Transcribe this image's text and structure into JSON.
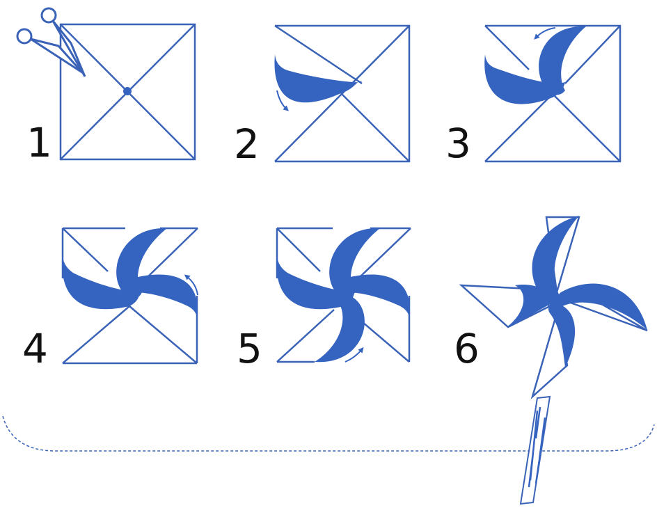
{
  "steps": [
    {
      "number": "1"
    },
    {
      "number": "2"
    },
    {
      "number": "3"
    },
    {
      "number": "4"
    },
    {
      "number": "5"
    },
    {
      "number": "6"
    }
  ],
  "colors": {
    "accent": "#3563c0",
    "outline": "#3a63b8",
    "text": "#111111",
    "background": "#ffffff"
  },
  "icons": [
    "scissors-icon",
    "rotate-arrow-icon"
  ]
}
